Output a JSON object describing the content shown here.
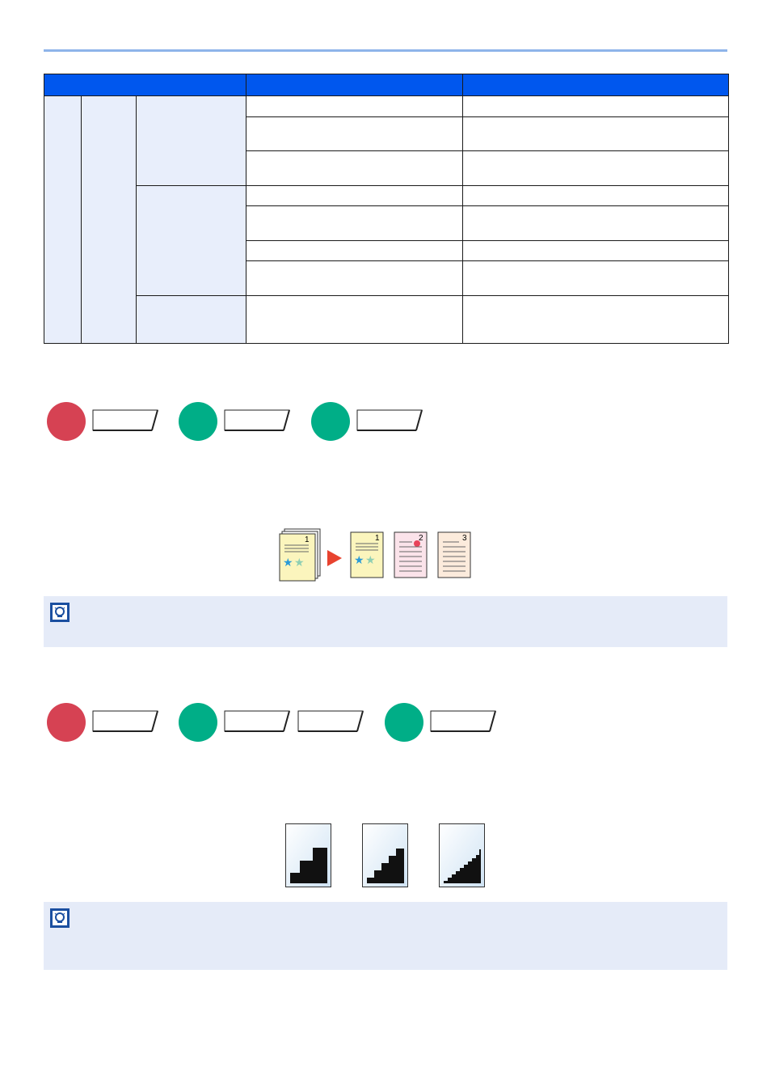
{
  "header": {
    "rule_color": "#8eb4ea"
  },
  "settings_table": {
    "header_color": "#0057ee",
    "level_fill": "#e8eefb",
    "columns": [
      "",
      "",
      ""
    ],
    "rows": [
      {
        "a": "",
        "b": ""
      },
      {
        "a": "",
        "b": ""
      },
      {
        "a": "",
        "b": ""
      },
      {
        "a": "",
        "b": ""
      },
      {
        "a": "",
        "b": ""
      },
      {
        "a": "",
        "b": ""
      },
      {
        "a": "",
        "b": ""
      },
      {
        "a": "",
        "b": ""
      }
    ]
  },
  "section1": {
    "availability": [
      {
        "color": "red",
        "keys": 1
      },
      {
        "color": "green",
        "keys": 1
      },
      {
        "color": "green",
        "keys": 1
      }
    ],
    "illustration_pages": [
      "1",
      "1",
      "2",
      "3"
    ]
  },
  "note1": {
    "text": ""
  },
  "section2": {
    "availability": [
      {
        "color": "red",
        "keys": 1
      },
      {
        "color": "green",
        "keys": 2
      },
      {
        "color": "green",
        "keys": 1
      }
    ]
  },
  "note2": {
    "text": ""
  },
  "colors": {
    "red": "#d64253",
    "green": "#00ae87",
    "note_bg": "#e5ebf8"
  }
}
